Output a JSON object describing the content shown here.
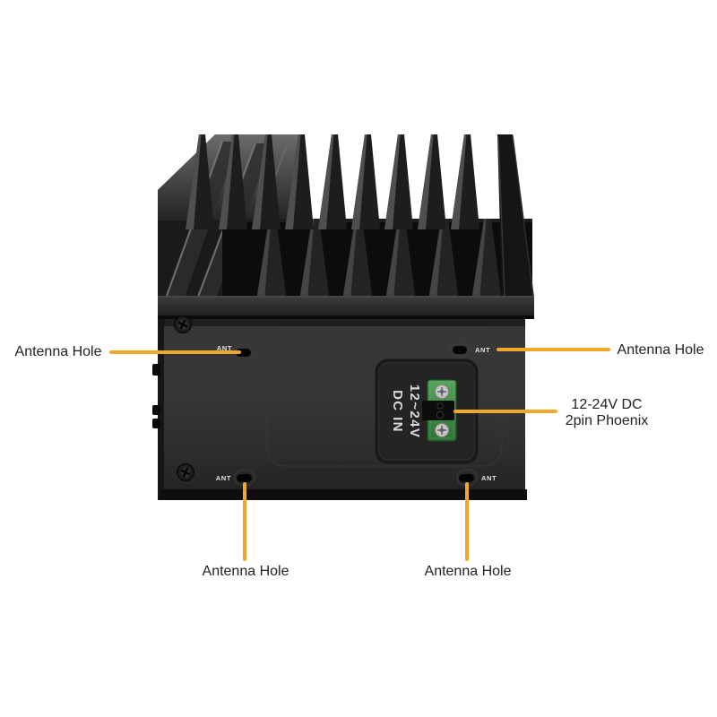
{
  "colors": {
    "background": "#ffffff",
    "accent": "#eea92c",
    "label_text": "#222222",
    "connector_green": "#3f9447",
    "chassis_face": "#2b2b2c"
  },
  "device": {
    "markings": {
      "ant": "ANT",
      "dc_line1": "12~24V",
      "dc_line2": "DC IN"
    }
  },
  "annotations": {
    "antenna_top_left": {
      "label": "Antenna Hole"
    },
    "antenna_top_right": {
      "label": "Antenna Hole"
    },
    "antenna_bottom_left": {
      "label": "Antenna Hole"
    },
    "antenna_bottom_right": {
      "label": "Antenna Hole"
    },
    "dc_input": {
      "line1": "12-24V DC",
      "line2": "2pin Phoenix"
    }
  }
}
